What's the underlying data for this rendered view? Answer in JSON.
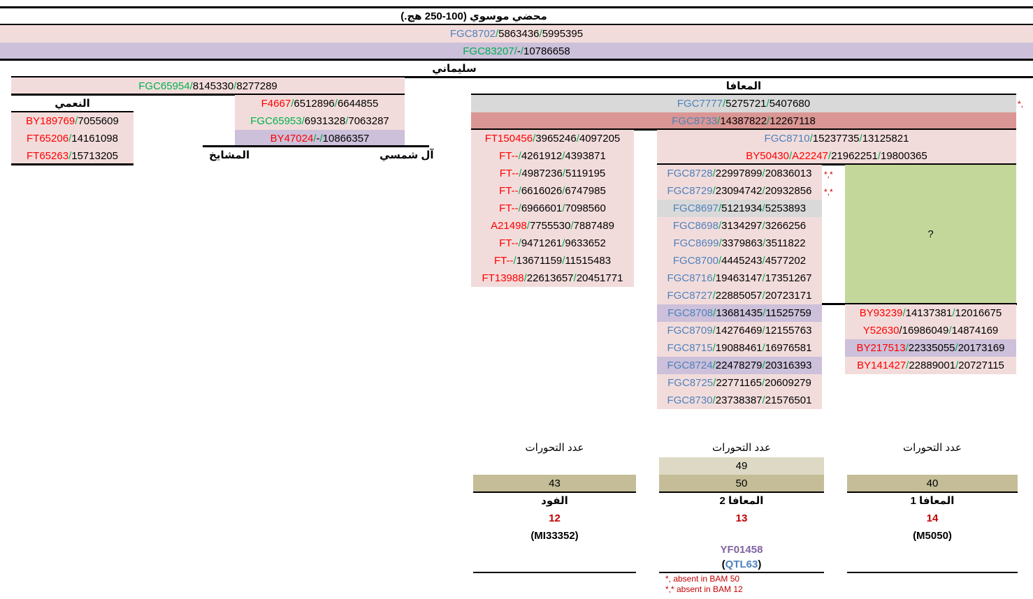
{
  "header": {
    "title": "محضي موسوي (100-250 هج.)",
    "row1": {
      "snp": "FGC8702",
      "a": "5863436",
      "b": "5995395"
    },
    "row2": {
      "snp": "FGC83207",
      "a": "-",
      "b": "10786658"
    },
    "subtitle": "سليماني"
  },
  "left": {
    "top_row": {
      "snp": "FGC65954",
      "a": "8145330",
      "b": "8277289"
    },
    "naimi": {
      "label": "النعمي",
      "rows": [
        {
          "snp": "BY189769",
          "b": "7055609"
        },
        {
          "snp": "FT65206",
          "b": "14161098"
        },
        {
          "snp": "FT65263",
          "b": "15713205"
        }
      ]
    },
    "shamsi": {
      "rows": [
        {
          "snp": "F4667",
          "a": "6512896",
          "b": "6644855"
        },
        {
          "snp": "FGC65953",
          "a": "6931328",
          "b": "7063287"
        },
        {
          "snp": "BY47024",
          "a": "-",
          "b": "10866357"
        }
      ],
      "label_right": "آل شمسي",
      "label_left": "المشايخ"
    }
  },
  "right": {
    "label": "المعافا",
    "row_grey": {
      "snp": "FGC7777",
      "a": "5275721",
      "b": "5407680",
      "mark": "*,"
    },
    "row_rose": {
      "snp": "FGC8733",
      "a": "14387822",
      "b": "12267118"
    },
    "fawd": {
      "rows": [
        {
          "snp": "FT150456",
          "a": "3965246",
          "b": "4097205"
        },
        {
          "snp": "FT--",
          "a": "4261912",
          "b": "4393871"
        },
        {
          "snp": "FT--",
          "a": "4987236",
          "b": "5119195"
        },
        {
          "snp": "FT--",
          "a": "6616026",
          "b": "6747985"
        },
        {
          "snp": "FT--",
          "a": "6966601",
          "b": "7098560"
        },
        {
          "snp": "A21498",
          "a": "7755530",
          "b": "7887489"
        },
        {
          "snp": "FT--",
          "a": "9471261",
          "b": "9633652"
        },
        {
          "snp": "FT--",
          "a": "13671159",
          "b": "11515483"
        },
        {
          "snp": "FT13988",
          "a": "22613657",
          "b": "20451771"
        }
      ]
    },
    "mid_top": [
      {
        "snp": "FGC8710",
        "a": "15237735",
        "b": "13125821"
      },
      {
        "snp": "BY50430",
        "snp2": "A22247",
        "a": "21962251",
        "b": "19800365"
      }
    ],
    "m2_upper": [
      {
        "snp": "FGC8728",
        "a": "22997899",
        "b": "20836013",
        "mark": "*,*"
      },
      {
        "snp": "FGC8729",
        "a": "23094742",
        "b": "20932856",
        "mark": "*,*"
      }
    ],
    "m2_middle": [
      {
        "snp": "FGC8697",
        "a": "5121934",
        "b": "5253893"
      },
      {
        "snp": "FGC8698",
        "a": "3134297",
        "b": "3266256"
      },
      {
        "snp": "FGC8699",
        "a": "3379863",
        "b": "3511822"
      },
      {
        "snp": "FGC8700",
        "a": "4445243",
        "b": "4577202"
      },
      {
        "snp": "FGC8716",
        "a": "19463147",
        "b": "17351267"
      },
      {
        "snp": "FGC8727",
        "a": "22885057",
        "b": "20723171"
      }
    ],
    "m2_lower": [
      {
        "snp": "FGC8708",
        "a": "13681435",
        "b": "11525759"
      },
      {
        "snp": "FGC8709",
        "a": "14276469",
        "b": "12155763"
      },
      {
        "snp": "FGC8715",
        "a": "19088461",
        "b": "16976581"
      },
      {
        "snp": "FGC8724",
        "a": "22478279",
        "b": "20316393"
      },
      {
        "snp": "FGC8725",
        "a": "22771165",
        "b": "20609279"
      },
      {
        "snp": "FGC8730",
        "a": "23738387",
        "b": "21576501"
      }
    ],
    "unknown": "?",
    "m1_lower": [
      {
        "snp": "BY93239",
        "a": "14137381",
        "b": "12016675"
      },
      {
        "snp": "Y52630",
        "a": "16986049",
        "b": "14874169"
      },
      {
        "snp": "BY217513",
        "a": "22335055",
        "b": "20173169"
      },
      {
        "snp": "BY141427",
        "a": "22889001",
        "b": "20727115"
      }
    ]
  },
  "summary": {
    "count_label": "عدد التحورات",
    "fawd": {
      "count": "43",
      "name": "الفود",
      "str": "12",
      "kit": "(MI33352)"
    },
    "m2": {
      "count_alt": "49",
      "count": "50",
      "name": "المعافا 2",
      "str": "13",
      "snp": "YF01458",
      "kit_open": "(",
      "kit": "QTL63",
      "kit_close": ")"
    },
    "m1": {
      "count": "40",
      "name": "المعافا 1",
      "str": "14",
      "kit": "(M5050)"
    },
    "notes": [
      "*, absent in BAM 50",
      "*,* absent in BAM 12"
    ]
  }
}
